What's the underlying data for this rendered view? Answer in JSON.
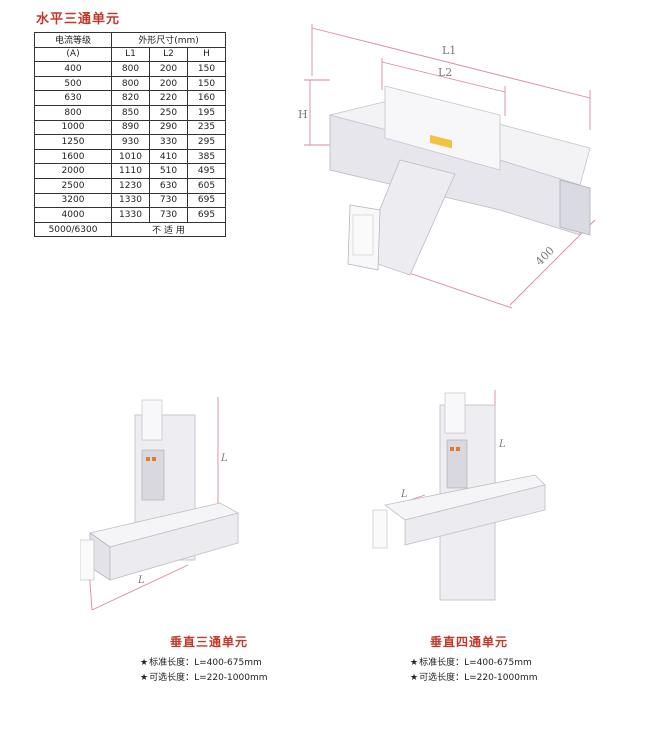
{
  "section_title": "水平三通单元",
  "table": {
    "header_row1": {
      "rating": "电流等级",
      "dims": "外形尺寸(mm)"
    },
    "header_row2": {
      "unit": "(A)",
      "l1": "L1",
      "l2": "L2",
      "h": "H"
    },
    "rows": [
      [
        "400",
        "800",
        "200",
        "150"
      ],
      [
        "500",
        "800",
        "200",
        "150"
      ],
      [
        "630",
        "820",
        "220",
        "160"
      ],
      [
        "800",
        "850",
        "250",
        "195"
      ],
      [
        "1000",
        "890",
        "290",
        "235"
      ],
      [
        "1250",
        "930",
        "330",
        "295"
      ],
      [
        "1600",
        "1010",
        "410",
        "385"
      ],
      [
        "2000",
        "1110",
        "510",
        "495"
      ],
      [
        "2500",
        "1230",
        "630",
        "605"
      ],
      [
        "3200",
        "1330",
        "730",
        "695"
      ],
      [
        "4000",
        "1330",
        "730",
        "695"
      ]
    ],
    "last_row": {
      "rating": "5000/6300",
      "note": "不 适 用"
    }
  },
  "horizontal_diagram": {
    "l1": "L1",
    "l2": "L2",
    "h": "H",
    "depth": "400"
  },
  "vertical_three": {
    "dim_label": "L",
    "title": "垂直三通单元",
    "standard": "标准长度：L=400-675mm",
    "optional": "可选长度：L=220-1000mm"
  },
  "vertical_four": {
    "dim_label": "L",
    "title": "垂直四通单元",
    "standard": "标准长度：L=400-675mm",
    "optional": "可选长度：L=220-1000mm"
  },
  "star_glyph": "★",
  "colors": {
    "accent_red": "#c0392b",
    "dim_line": "#d98a9a",
    "body": "#eeeeee"
  }
}
